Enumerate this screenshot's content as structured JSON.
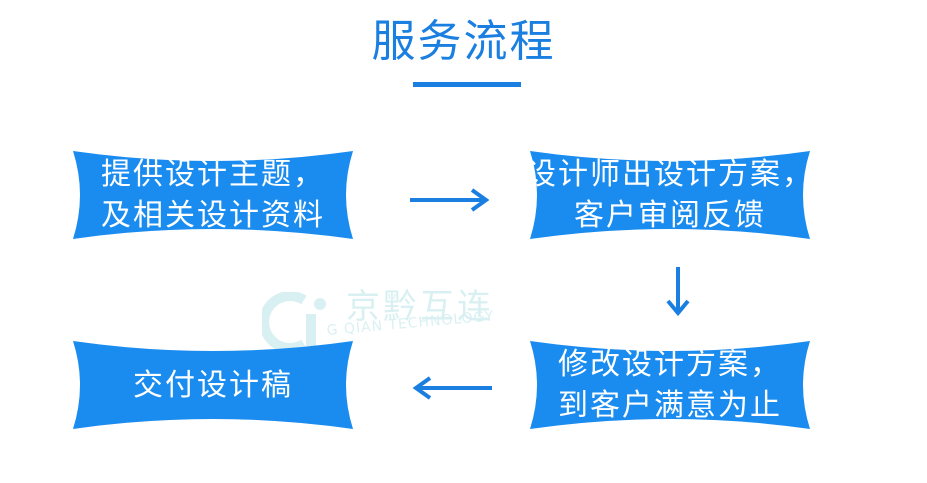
{
  "title": "服务流程",
  "steps": [
    {
      "lines": [
        "提供设计主题，",
        "及相关设计资料"
      ]
    },
    {
      "lines": [
        "设计师出设计方案，",
        "客户审阅反馈"
      ]
    },
    {
      "lines": [
        "修改设计方案，",
        "到客户满意为止"
      ]
    },
    {
      "lines": [
        "交付设计稿"
      ]
    }
  ],
  "watermark": {
    "name": "京黔互连",
    "subtitle": "G QIAN TECHNOLOGY"
  },
  "colors": {
    "accent": "#1a7fe0",
    "box_fill": "#1a8cf0",
    "box_text": "#ffffff",
    "watermark": "#19a7b3"
  }
}
